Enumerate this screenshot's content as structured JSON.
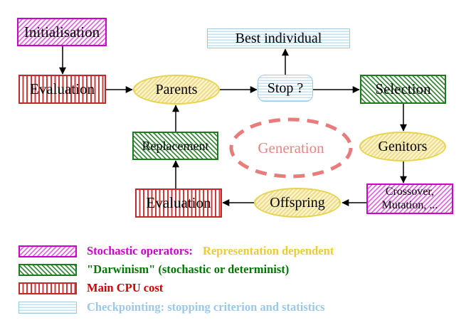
{
  "nodes": {
    "initialisation": "Initialisation",
    "evaluation_top": "Evaluation",
    "parents": "Parents",
    "best_individual": "Best individual",
    "stop": "Stop ?",
    "selection": "Selection",
    "genitors": "Genitors",
    "crossover_line1": "Crossover,",
    "crossover_line2": "Mutation, ...",
    "offspring": "Offspring",
    "evaluation_bottom": "Evaluation",
    "replacement": "Replacement",
    "generation": "Generation"
  },
  "legend": {
    "rows": [
      {
        "swatch": "magenta-diagonal-hatch",
        "segments": [
          {
            "text": "Stochastic operators:",
            "color": "#cc00cc"
          },
          {
            "text": "Representation dependent",
            "color": "#eecb33"
          }
        ]
      },
      {
        "swatch": "green-diagonal-hatch",
        "segments": [
          {
            "text": "\"Darwinism\" (stochastic or determinist)",
            "color": "#007700"
          }
        ]
      },
      {
        "swatch": "red-vertical-stripes",
        "segments": [
          {
            "text": "Main CPU cost",
            "color": "#cc0000"
          }
        ]
      },
      {
        "swatch": "blue-horizontal-stripes",
        "segments": [
          {
            "text": "Checkpointing: stopping criterion and statistics",
            "color": "#9cc8e8"
          }
        ]
      }
    ]
  },
  "colors": {
    "magenta_border": "#cc00cc",
    "red_border": "#c02a2a",
    "green_border": "#1e7a1e",
    "light_blue_border": "#9cc9e0",
    "yellow_border": "#e6d44e",
    "yellow_fill": "#fdf6c9",
    "salmon_dashed": "#e87c7c",
    "arrow_black": "#000000"
  }
}
